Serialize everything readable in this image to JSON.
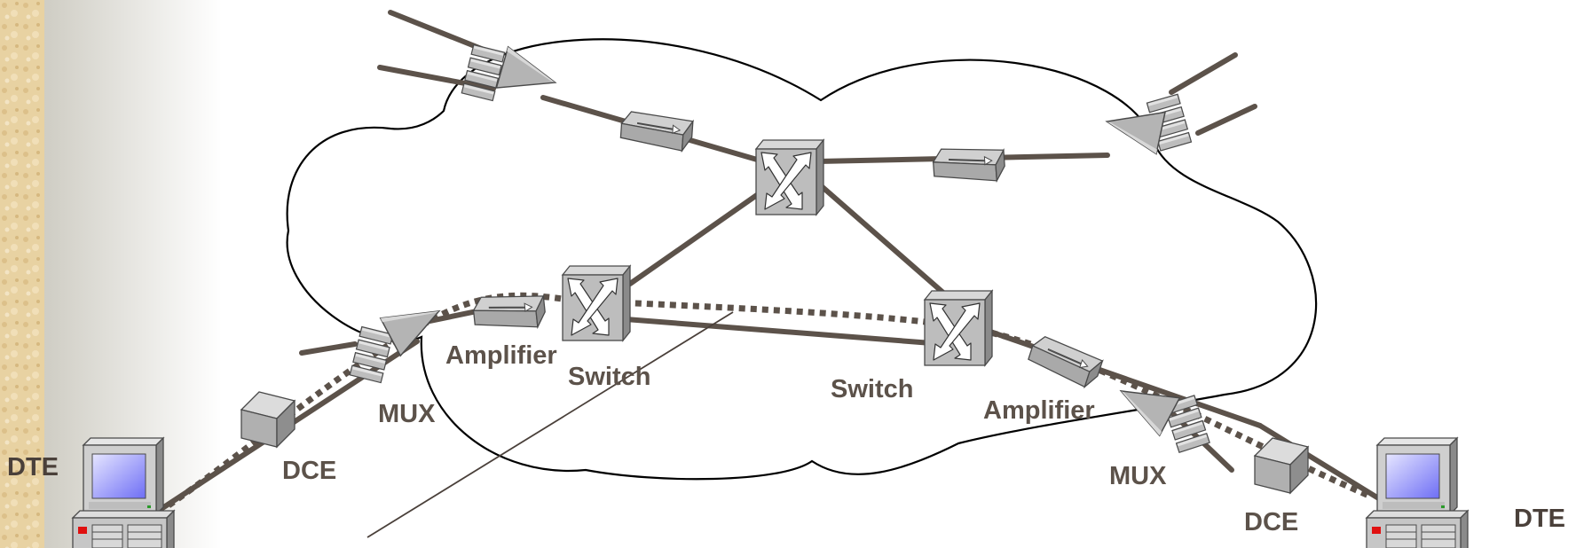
{
  "labels": {
    "dte_left": "DTE",
    "dce_left": "DCE",
    "mux_left": "MUX",
    "amplifier_left": "Amplifier",
    "switch_left": "Switch",
    "switch_right": "Switch",
    "amplifier_right": "Amplifier",
    "mux_right": "MUX",
    "dce_right": "DCE",
    "dte_right": "DTE"
  },
  "colors": {
    "link": "#5c524a",
    "cloud_stroke": "#000000",
    "device_gray": "#b8b8b8",
    "screen_blue": "#8080ff",
    "texture": "#e8d2a2"
  },
  "icons": [
    "computer-icon",
    "modem-icon",
    "multiplexer-icon",
    "amplifier-icon",
    "switch-icon",
    "cloud-icon"
  ]
}
